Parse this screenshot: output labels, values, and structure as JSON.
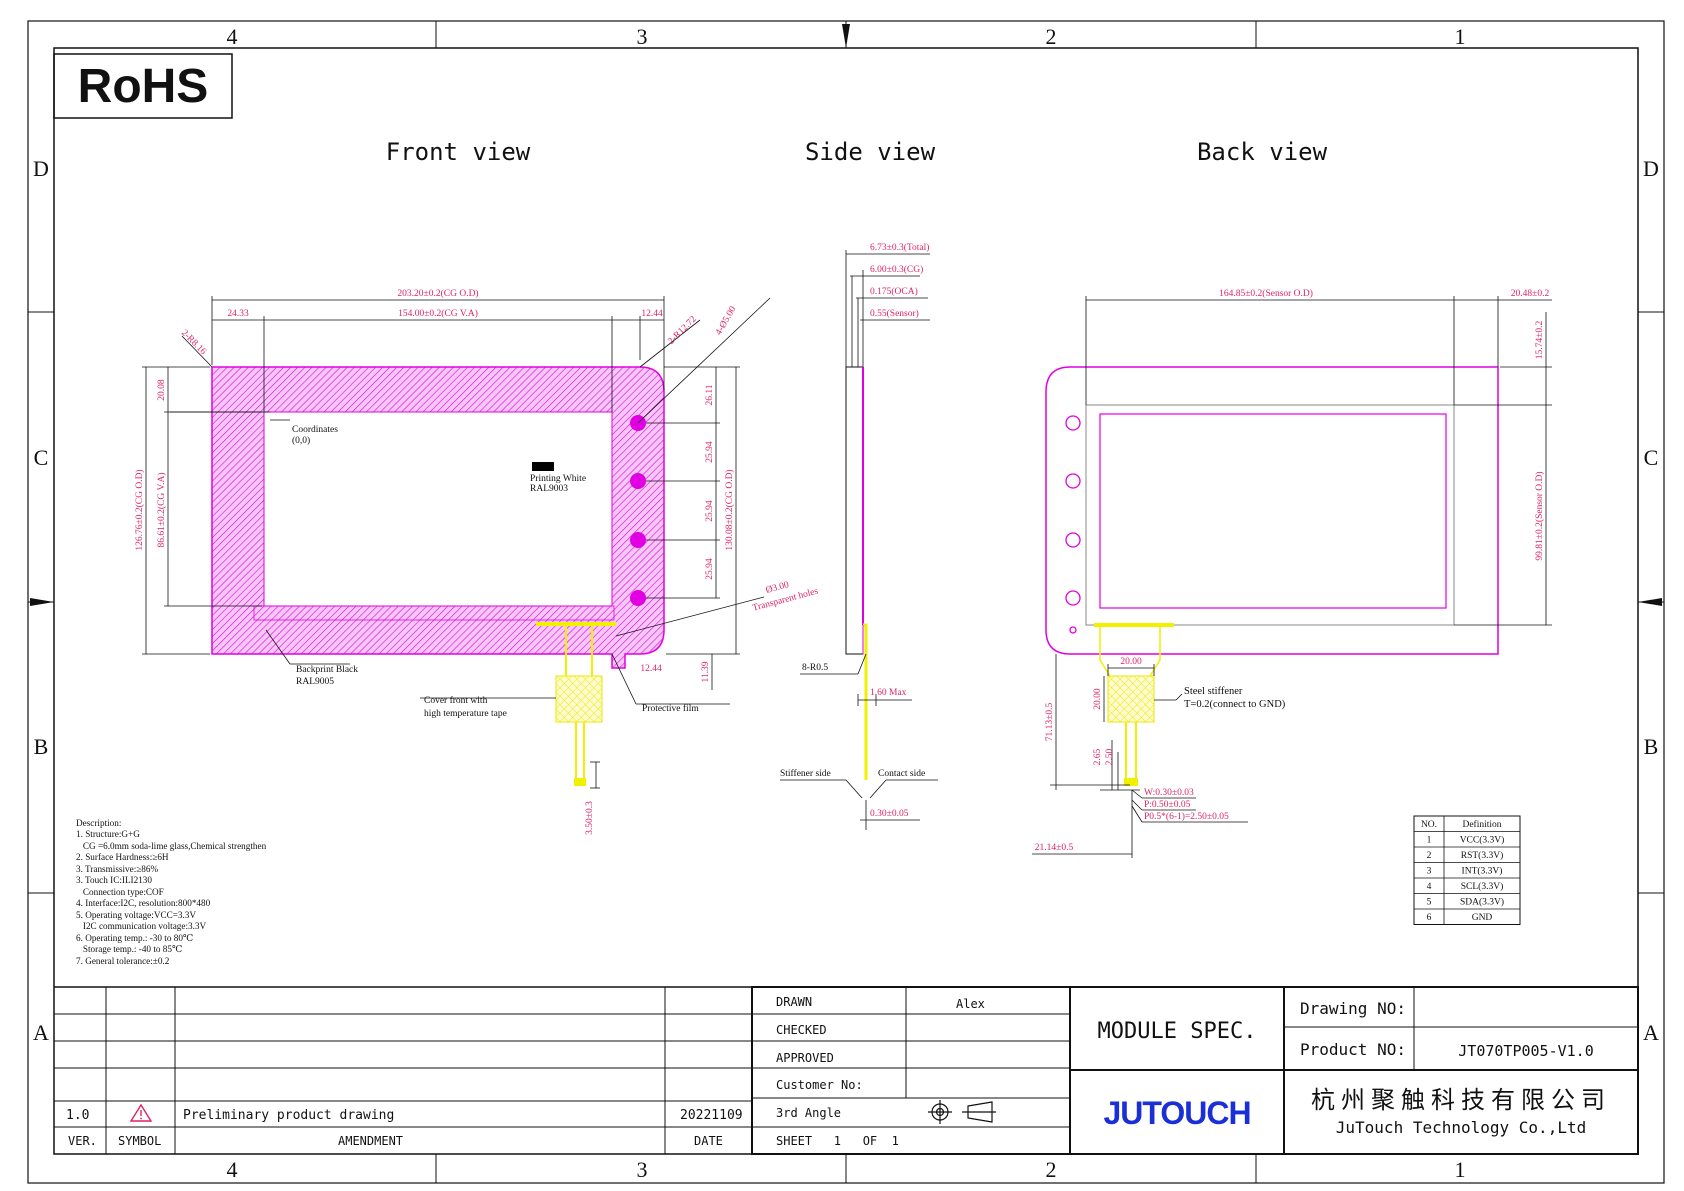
{
  "colors": {
    "border": "#111111",
    "dim": "#e0245e",
    "magenta": "#e100e1",
    "yellow": "#f0f000",
    "ink": "#111111"
  },
  "frame": {
    "cols_top": [
      "4",
      "3",
      "2",
      "1"
    ],
    "cols_bottom": [
      "4",
      "3",
      "2",
      "1"
    ],
    "rows_left": [
      "D",
      "C",
      "B",
      "A"
    ],
    "rows_right": [
      "D",
      "C",
      "B",
      "A"
    ]
  },
  "rohs": "RoHS",
  "views": {
    "front": "Front view",
    "side": "Side view",
    "back": "Back view"
  },
  "front": {
    "dims_top": {
      "overall": "203.20±0.2(CG O.D)",
      "va": "154.00±0.2(CG V.A)",
      "left": "24.33",
      "right": "12.44",
      "right_bottom": "12.44"
    },
    "radius_labels": {
      "r1": "2-R8.16",
      "r2": "2-R12.72",
      "holes": "4-Ø5.00"
    },
    "dims_left": {
      "od": "126.76±0.2(CG O.D)",
      "va": "86.61±0.2(CG V.A)",
      "top": "20.08"
    },
    "dims_right": {
      "d1": "26.11",
      "d2": "25.94",
      "d3": "25.94",
      "d4": "25.94",
      "od": "130.08±0.2(CG O.D)",
      "tail": "11.39"
    },
    "coordinates": {
      "label": "Coordinates",
      "value": "(0,0)"
    },
    "printing": {
      "label": "Printing White",
      "ral": "RAL9003"
    },
    "transparent": {
      "size": "Ø3.00",
      "label": "Transparent holes"
    },
    "backprint": {
      "label": "Backprint Black",
      "ral": "RAL9005"
    },
    "cover": {
      "line1": "Cover front with",
      "line2": "high temperature tape"
    },
    "protective": "Protective film",
    "fpc_dim": "3.50±0.3"
  },
  "side": {
    "total": "6.73±0.3(Total)",
    "cg": "6.00±0.3(CG)",
    "oca": "0.175(OCA)",
    "sensor": "0.55(Sensor)",
    "bend": "8-R0.5",
    "max": "1.60 Max",
    "stiffener": "Stiffener side",
    "contact": "Contact side",
    "thk": "0.30±0.05"
  },
  "back": {
    "sensor_w": "164.85±0.2(Sensor O.D)",
    "right_w": "20.48±0.2",
    "top_h": "15.74±0.2",
    "sensor_h": "99.81±0.2(Sensor O.D)",
    "stiff_w": "20.00",
    "stiff_h": "20.00",
    "fpc_len": "71.13±0.5",
    "d265": "2.65",
    "d250": "2.50",
    "w": "W:0.30±0.03",
    "p": "P:0.50±0.05",
    "p0": "P0.5*(6-1)=2.50±0.05",
    "offset": "21.14±0.5",
    "steel": "Steel stiffener",
    "steel_t": "T=0.2(connect to GND)"
  },
  "pins": {
    "headers": [
      "NO.",
      "Definition"
    ],
    "rows": [
      [
        "1",
        "VCC(3.3V)"
      ],
      [
        "2",
        "RST(3.3V)"
      ],
      [
        "3",
        "INT(3.3V)"
      ],
      [
        "4",
        "SCL(3.3V)"
      ],
      [
        "5",
        "SDA(3.3V)"
      ],
      [
        "6",
        "GND"
      ]
    ]
  },
  "description": [
    "Description:",
    "1. Structure:G+G",
    "   CG =6.0mm soda-lime glass,Chemical strengthen",
    "2. Surface Hardness:≥6H",
    "3. Transmissive:≥86%",
    "3. Touch IC:ILI2130",
    "   Connection type:COF",
    "4. Interface:I2C, resolution:800*480",
    "5. Operating voltage:VCC=3.3V",
    "   I2C communication voltage:3.3V",
    "6. Operating temp.: -30 to 80℃",
    "   Storage temp.: -40 to 85℃",
    "7. General tolerance:±0.2"
  ],
  "title_block": {
    "revision": {
      "ver": "1.0",
      "desc": "Preliminary product drawing",
      "date": "20221109"
    },
    "footer": {
      "ver": "VER.",
      "symbol": "SYMBOL",
      "amendment": "AMENDMENT",
      "date": "DATE"
    },
    "drawn": "DRAWN",
    "drawn_by": "Alex",
    "checked": "CHECKED",
    "approved": "APPROVED",
    "customer": "Customer No:",
    "angle": "3rd Angle",
    "sheet": "SHEET   1   OF  1",
    "module": "MODULE SPEC.",
    "drawing_no": "Drawing NO:",
    "product_no": "Product NO:",
    "product_value": "JT070TP005-V1.0",
    "logo": "JUTOUCH",
    "company_cn": "杭州聚触科技有限公司",
    "company_en": "JuTouch Technology Co.,Ltd"
  }
}
